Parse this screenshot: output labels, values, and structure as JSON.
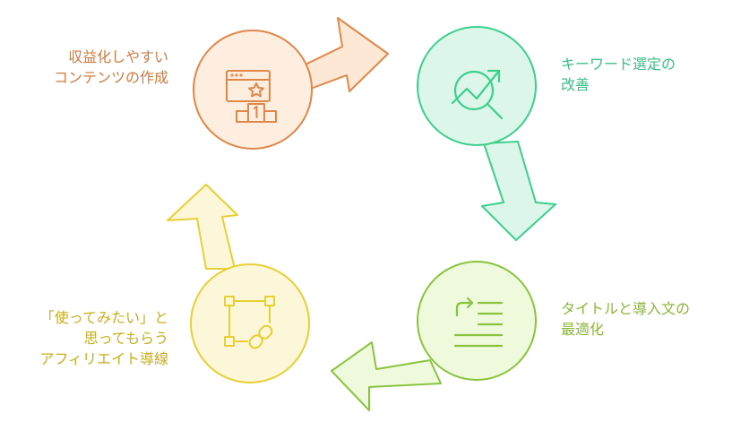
{
  "steps": [
    {
      "id": "content",
      "label": "収益化しやすい\nコンテンツの作成",
      "icon": "webpage-star-podium-icon",
      "colors": {
        "fill": "#fdeee0",
        "stroke": "#e0874a",
        "text": "#cf7b3f"
      }
    },
    {
      "id": "keyword",
      "label": "キーワード選定の\n改善",
      "icon": "search-trend-arrow-icon",
      "colors": {
        "fill": "#dcf7ea",
        "stroke": "#3ccf8e",
        "text": "#3cbf87"
      }
    },
    {
      "id": "title",
      "label": "タイトルと導入文の\n最適化",
      "icon": "indent-text-lines-icon",
      "colors": {
        "fill": "#eff9dc",
        "stroke": "#8ac43f",
        "text": "#8ab73b"
      }
    },
    {
      "id": "affiliate",
      "label": "「使ってみたい」と\n思ってもらう\nアフィリエイト導線",
      "icon": "nodes-link-icon",
      "colors": {
        "fill": "#fcf7d8",
        "stroke": "#e8cf35",
        "text": "#c9ae1c"
      }
    }
  ],
  "arrow_colors": {
    "content_to_keyword": {
      "fill": "#fde8d6",
      "stroke": "#e0874a"
    },
    "keyword_to_title": {
      "fill": "#dcf7ea",
      "stroke": "#3ccf8e"
    },
    "title_to_affiliate": {
      "fill": "#eff9dc",
      "stroke": "#8ac43f"
    },
    "affiliate_to_content": {
      "fill": "#fcf7d8",
      "stroke": "#e8cf35"
    }
  }
}
